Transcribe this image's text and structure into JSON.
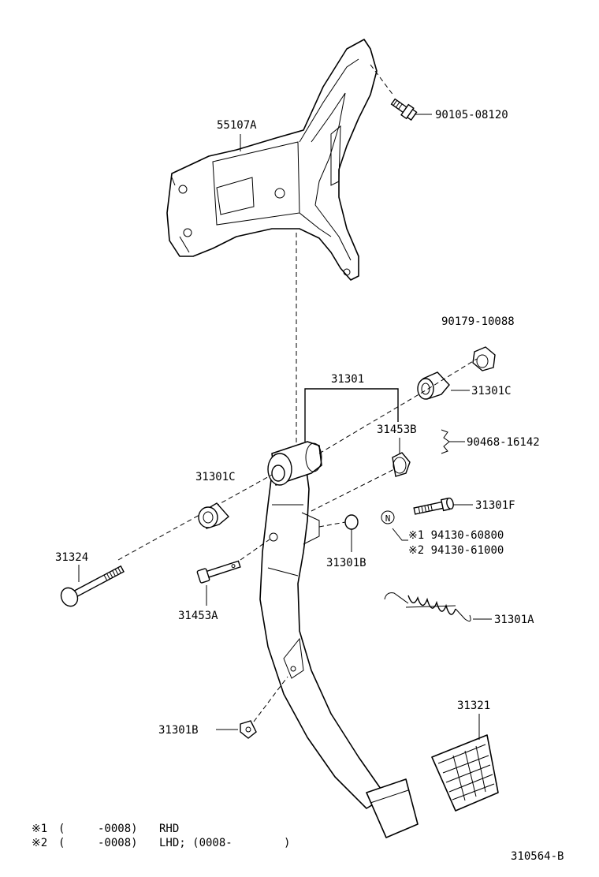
{
  "labels": {
    "bracket": "55107A",
    "bolt_bracket": "90105-08120",
    "nut": "90179-10088",
    "pedal_assy": "31301",
    "bushing_right": "31301C",
    "collar_upper": "31453B",
    "clip": "90468-16142",
    "bushing_left": "31301C",
    "bolt_stopper": "31301F",
    "n_symbol": "N",
    "alt_part_1": "※1 94130-60800",
    "alt_part_2": "※2 94130-61000",
    "bolt_pivot": "31324",
    "cushion_upper": "31301B",
    "pin": "31453A",
    "spring": "31301A",
    "pad": "31321",
    "cushion_lower": "31301B"
  },
  "footnotes": [
    {
      "mark": "※1",
      "open": "(",
      "range": "-0008)",
      "note": "RHD"
    },
    {
      "mark": "※2",
      "open": "(",
      "range": "-0008)",
      "note": "LHD; (0008-",
      "close": ")"
    }
  ],
  "diagram_id": "310564-B"
}
